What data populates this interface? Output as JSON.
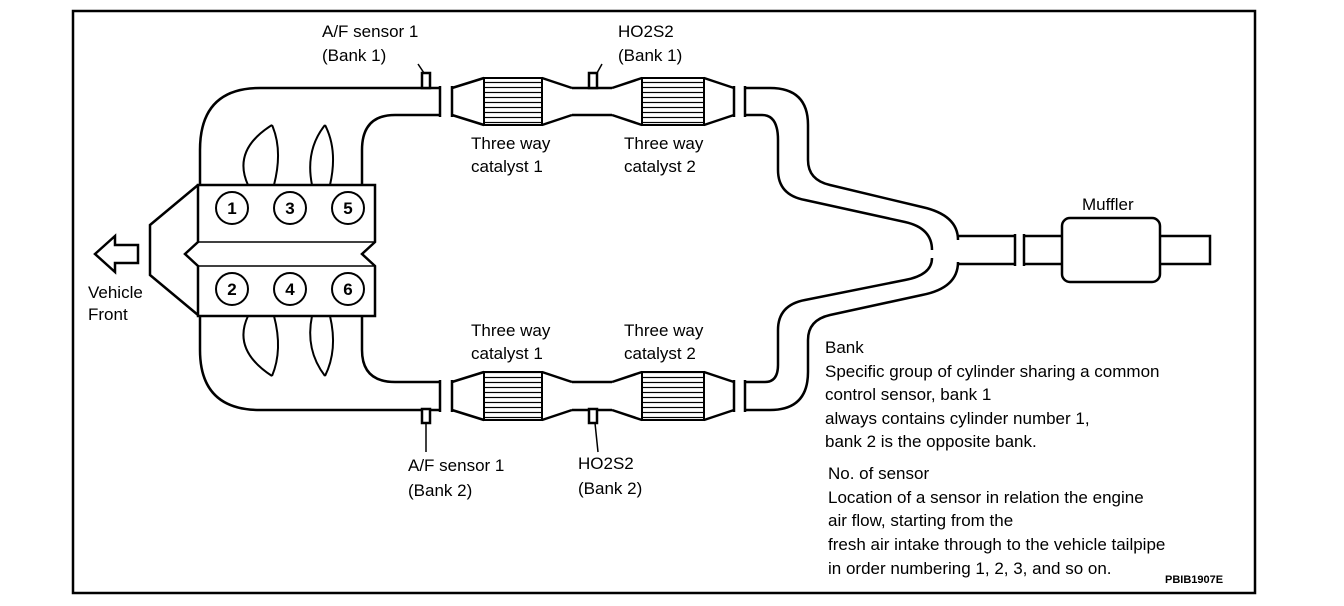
{
  "sensors": {
    "af_bank1": {
      "line1": "A/F sensor 1",
      "line2": "(Bank 1)"
    },
    "ho2s2_bank1": {
      "line1": "HO2S2",
      "line2": "(Bank 1)"
    },
    "af_bank2": {
      "line1": "A/F sensor 1",
      "line2": "(Bank 2)"
    },
    "ho2s2_bank2": {
      "line1": "HO2S2",
      "line2": "(Bank 2)"
    }
  },
  "catalysts": {
    "upper_1": {
      "line1": "Three way",
      "line2": "catalyst 1"
    },
    "upper_2": {
      "line1": "Three way",
      "line2": "catalyst 2"
    },
    "lower_1": {
      "line1": "Three way",
      "line2": "catalyst 1"
    },
    "lower_2": {
      "line1": "Three way",
      "line2": "catalyst 2"
    }
  },
  "muffler": "Muffler",
  "vehicle_front": {
    "line1": "Vehicle",
    "line2": "Front"
  },
  "cylinders": {
    "bank1": [
      "1",
      "3",
      "5"
    ],
    "bank2": [
      "2",
      "4",
      "6"
    ]
  },
  "notes": {
    "bank": {
      "title": "Bank",
      "lines": [
        "Specific group of cylinder sharing a common",
        "control sensor, bank 1",
        "always contains cylinder number 1,",
        "bank 2 is the opposite bank."
      ]
    },
    "sensor_no": {
      "title": "No. of sensor",
      "lines": [
        "Location of a sensor in relation the engine",
        "air flow, starting from the",
        "fresh air intake through to the vehicle tailpipe",
        "in order numbering 1, 2, 3, and so on."
      ]
    }
  },
  "figure_code": "PBIB1907E"
}
